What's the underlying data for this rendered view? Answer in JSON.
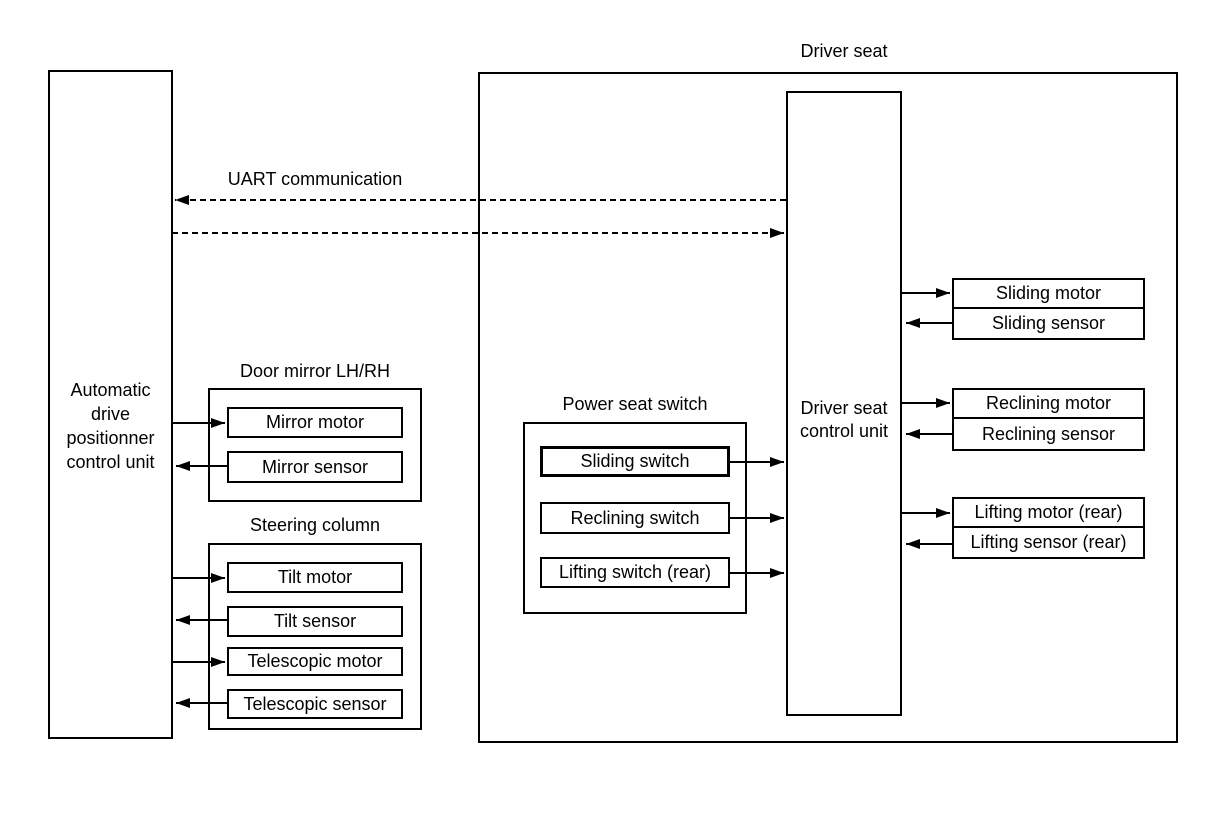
{
  "colors": {
    "ink": "#000000",
    "background": "#ffffff"
  },
  "driver_seat_group": {
    "title": "Driver seat"
  },
  "uart": {
    "label": "UART communication"
  },
  "adp_unit": {
    "label": "Automatic drive positionner control unit",
    "lines": [
      "Automatic",
      "drive",
      "positionner",
      "control unit"
    ]
  },
  "dsc_unit": {
    "label": "Driver seat control unit",
    "lines": [
      "Driver seat",
      "control unit"
    ]
  },
  "door_mirror": {
    "title": "Door mirror LH/RH",
    "items": [
      "Mirror motor",
      "Mirror sensor"
    ]
  },
  "steering_column": {
    "title": "Steering column",
    "items": [
      "Tilt motor",
      "Tilt sensor",
      "Telescopic motor",
      "Telescopic sensor"
    ]
  },
  "power_seat_switch": {
    "title": "Power seat switch",
    "items": [
      "Sliding switch",
      "Reclining switch",
      "Lifting switch (rear)"
    ]
  },
  "seat_actuators": {
    "sliding": [
      "Sliding motor",
      "Sliding sensor"
    ],
    "reclining": [
      "Reclining motor",
      "Reclining sensor"
    ],
    "lifting": [
      "Lifting motor (rear)",
      "Lifting sensor (rear)"
    ]
  }
}
